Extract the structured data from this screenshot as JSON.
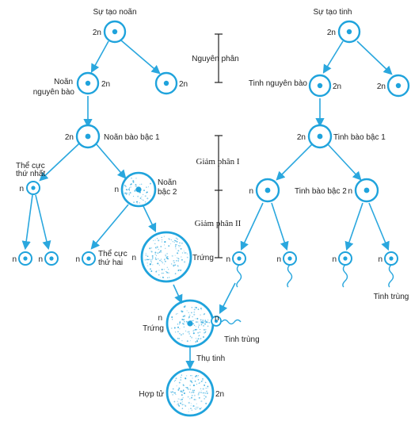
{
  "colors": {
    "cell": "#1fa3dc",
    "arrow": "#2aa7de",
    "text": "#222222",
    "bracket": "#222222",
    "speckle": "#1fa3dc"
  },
  "labels": {
    "oogenesis_title": "Sự tạo noãn",
    "spermatogenesis_title": "Sự tạo tinh",
    "two_n": "2n",
    "n": "n",
    "oogonium_1": "Noãn",
    "oogonium_2": "nguyên bào",
    "primary_oocyte": "Noãn bào bậc 1",
    "first_polar_body_1": "Thể cực",
    "first_polar_body_2": "thứ nhất",
    "secondary_oocyte_1": "Noãn",
    "secondary_oocyte_2": "bậc 2",
    "second_polar_body_1": "Thể cực",
    "second_polar_body_2": "thứ hai",
    "egg": "Trứng",
    "spermatogonium": "Tinh nguyên bào",
    "primary_spermatocyte": "Tinh bào bậc 1",
    "secondary_spermatocyte": "Tinh bào bậc 2",
    "sperm": "Tinh trùng",
    "mitosis": "Nguyên phân",
    "meiosis_1": "Giảm phân I",
    "meiosis_2": "Giảm phân II",
    "fertilization": "Thụ tinh",
    "zygote": "Hợp tử"
  }
}
